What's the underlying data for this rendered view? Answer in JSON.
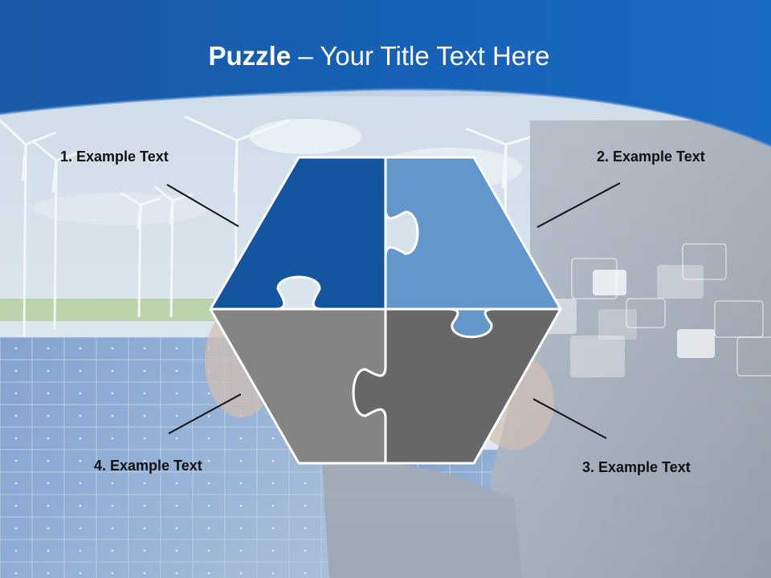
{
  "slide": {
    "title_bold": "Puzzle",
    "title_rest": " – Your Title Text Here"
  },
  "labels": {
    "item1": "1. Example Text",
    "item2": "2. Example Text",
    "item3": "3. Example Text",
    "item4": "4. Example Text"
  },
  "colors": {
    "piece1": "#1455a0",
    "piece2": "#6397cb",
    "piece3": "#676767",
    "piece4": "#848484",
    "header": "#1660b5"
  }
}
